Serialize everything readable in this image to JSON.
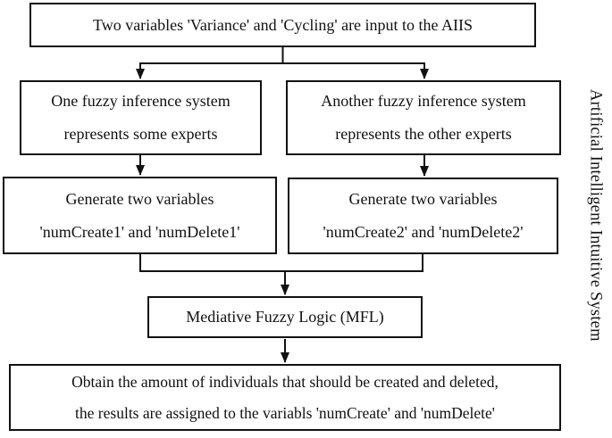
{
  "diagram": {
    "side_label": "Artificial Intelligent Intuitive System",
    "nodes": {
      "input": {
        "line1": "Two variables 'Variance' and 'Cycling' are input to the AIIS"
      },
      "fis1": {
        "line1": "One fuzzy inference system",
        "line2": "represents some experts"
      },
      "fis2": {
        "line1": "Another fuzzy inference system",
        "line2": "represents the other experts"
      },
      "gen1": {
        "line1": "Generate two variables",
        "line2": "'numCreate1' and 'numDelete1'"
      },
      "gen2": {
        "line1": "Generate two variables",
        "line2": "'numCreate2' and 'numDelete2'"
      },
      "mfl": {
        "line1": "Mediative Fuzzy Logic (MFL)"
      },
      "output": {
        "line1": "Obtain the amount of individuals that should be created and deleted,",
        "line2": "the results are assigned to the variabls 'numCreate' and 'numDelete'"
      }
    },
    "edges": [
      {
        "from": "input",
        "to": "fis1"
      },
      {
        "from": "input",
        "to": "fis2"
      },
      {
        "from": "fis1",
        "to": "gen1"
      },
      {
        "from": "fis2",
        "to": "gen2"
      },
      {
        "from": "gen1",
        "to": "mfl"
      },
      {
        "from": "gen2",
        "to": "mfl"
      },
      {
        "from": "mfl",
        "to": "output"
      }
    ],
    "colors": {
      "stroke": "#111111",
      "text": "#111111",
      "background": "#ffffff"
    }
  }
}
